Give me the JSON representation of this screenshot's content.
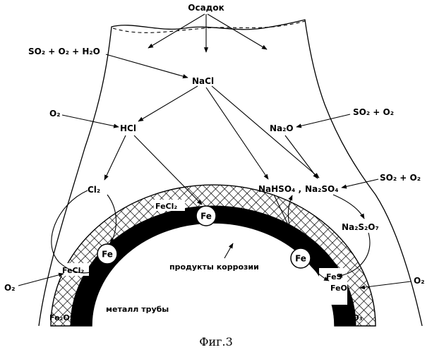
{
  "labels": {
    "deposit": "Осадок",
    "so2_o2_h2o": "SO₂ + O₂ + H₂O",
    "nacl": "NaCl",
    "o2_top_left": "O₂",
    "hcl": "HCl",
    "so2_o2_right_top": "SO₂ + O₂",
    "na2o": "Na₂O",
    "cl2": "Cl₂",
    "nahso4": "NaHSO₄ ,",
    "na2so4": "Na₂SO₄",
    "so2_o2_right_mid": "SO₂ + O₂",
    "fecl2_top": "FeCl₂",
    "na2s2o7": "Na₂S₂O₇",
    "fecl2_left": "FeCl₂",
    "corrosion_products": "продукты коррозии",
    "fes": "FeS",
    "feo": "FeO",
    "o2_left": "O₂",
    "o2_right": "O₂",
    "fe2o3_left": "Fe₂O₃",
    "pipe_metal": "металл трубы",
    "fe2o3_right": "Fe₂O₃",
    "fe": "Fe"
  },
  "caption": "Фиг.3"
}
